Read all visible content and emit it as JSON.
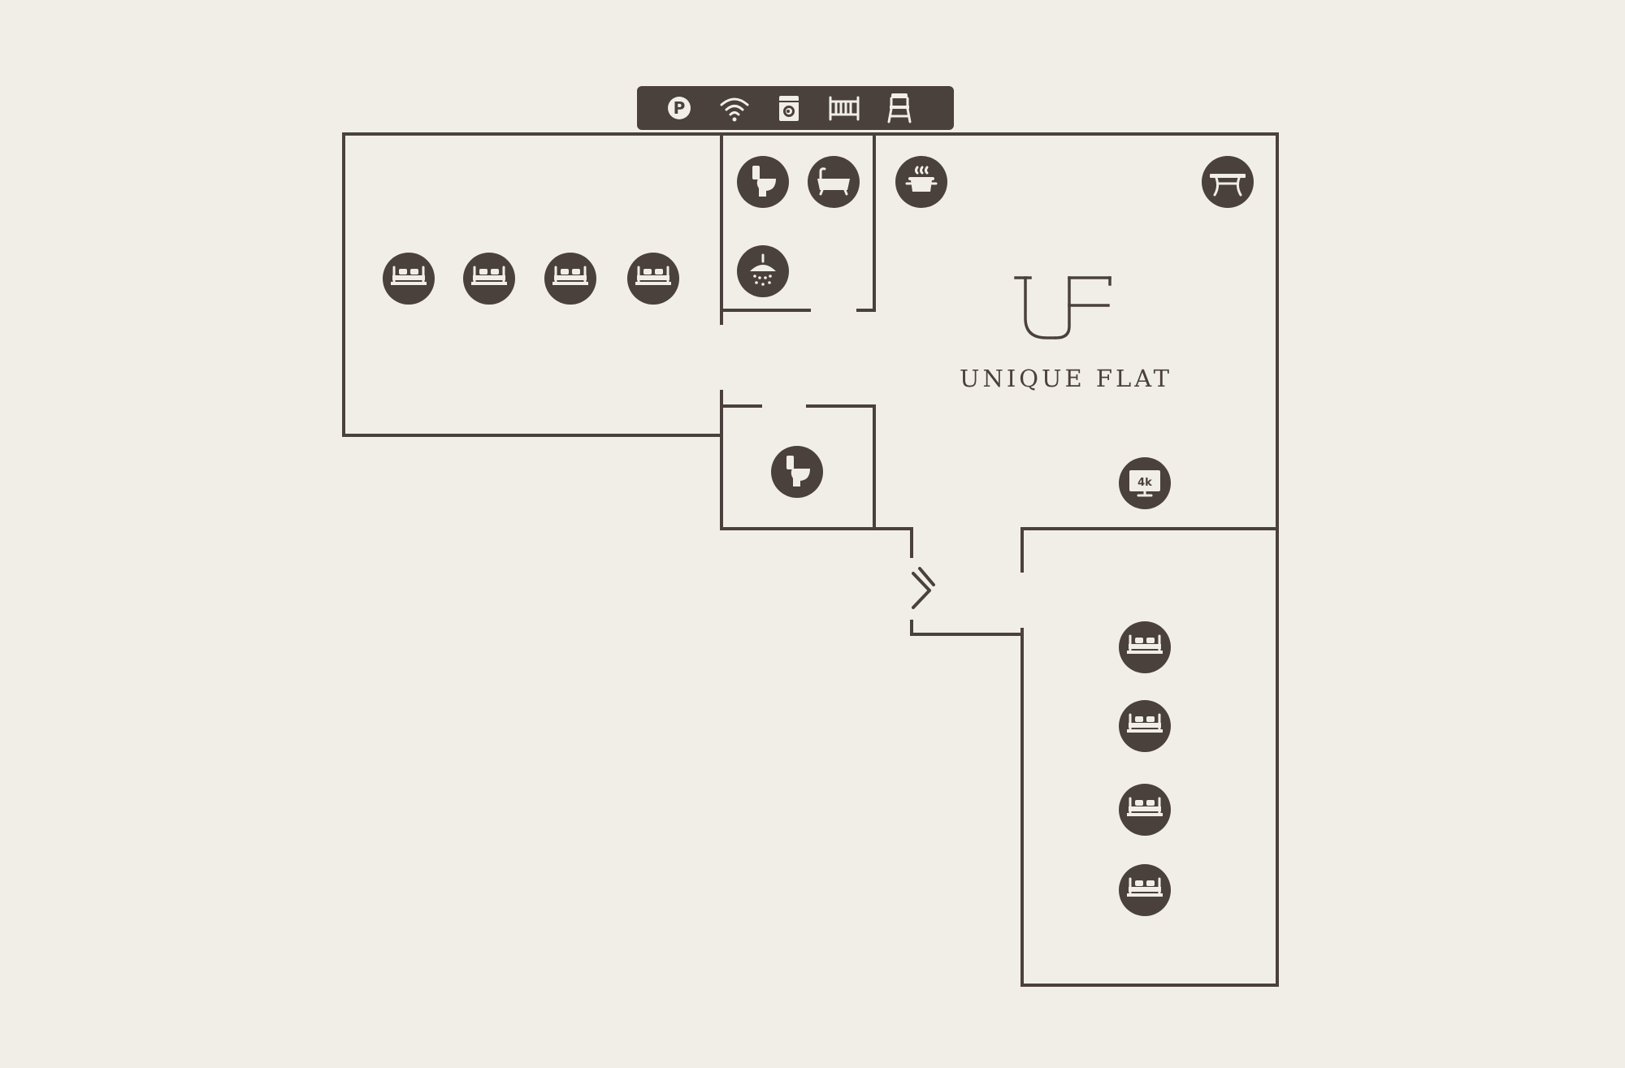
{
  "brand": {
    "monogram": "UF",
    "name": "UNIQUE FLAT",
    "color": "#4a403c",
    "background": "#f1eee8"
  },
  "amenities_bar": {
    "icons": [
      "parking-icon",
      "wifi-icon",
      "washing-machine-icon",
      "baby-crib-icon",
      "high-chair-icon"
    ],
    "parking_letter": "P"
  },
  "rooms": {
    "bedroom_1": {
      "icons": [
        "bed-icon",
        "bed-icon",
        "bed-icon",
        "bed-icon"
      ]
    },
    "bathroom_1": {
      "icons": [
        "toilet-icon",
        "bathtub-icon",
        "shower-icon"
      ]
    },
    "living_area": {
      "icons": [
        "cooking-pot-icon",
        "dining-table-icon",
        "tv-4k-icon"
      ]
    },
    "wc": {
      "icons": [
        "toilet-icon"
      ]
    },
    "bedroom_2": {
      "icons": [
        "bed-icon",
        "bed-icon",
        "bed-icon",
        "bed-icon"
      ]
    },
    "entrance": {
      "icons": [
        "entrance-arrow-icon"
      ]
    }
  },
  "tv_badge": "4k"
}
